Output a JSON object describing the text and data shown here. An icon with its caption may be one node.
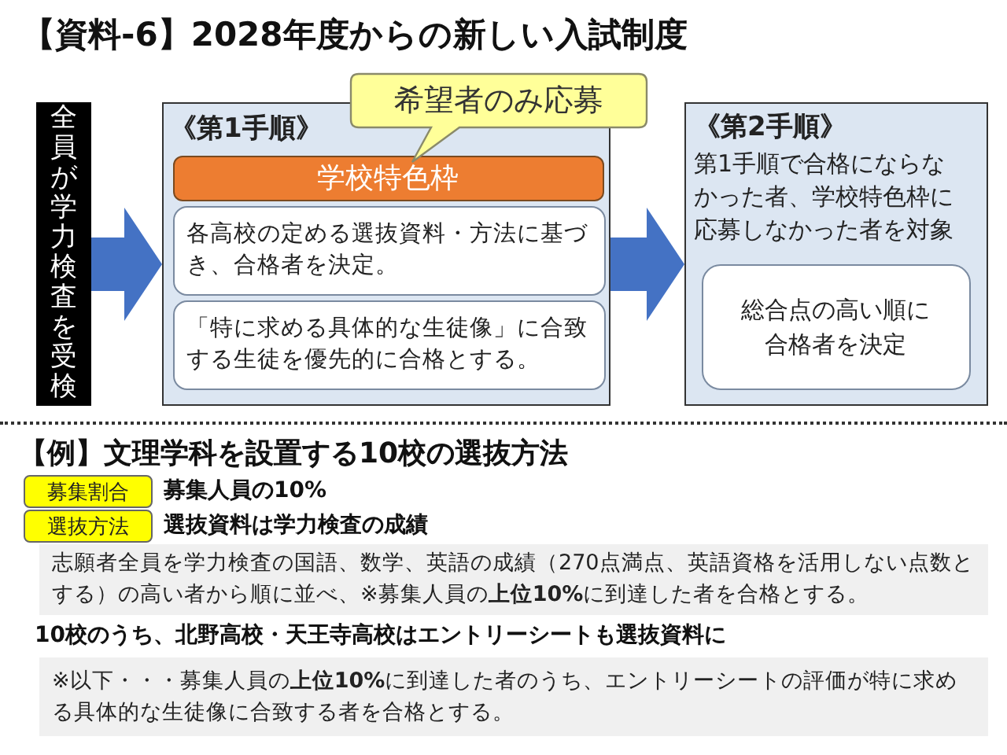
{
  "diagram": {
    "title": "【資料-6】2028年度からの新しい入試制度",
    "nodes": [
      {
        "text": [
          "全員が学力検査を受検"
        ]
      },
      {
        "text": [
          "《第1手順》"
        ]
      },
      {
        "text": [
          "学校特色枠"
        ],
        "in": 1
      },
      {
        "text": [
          "各高校の定める選抜資料・方法に基づき、合格者を決定。"
        ],
        "in": 1
      },
      {
        "text": [
          "「特に求める具体的な生徒像」に合致する生徒を優先的に合格とする。"
        ],
        "in": 1
      },
      {
        "text": [
          "希望者のみ応募"
        ]
      },
      {
        "text": [
          "《第2手順》",
          "第1手順で合格にならなかった者、学校特色枠に応募しなかった者を対象"
        ]
      },
      {
        "text": [
          "総合点の高い順に合格者を決定"
        ],
        "in": 6
      },
      {
        "text": [
          "募集割合"
        ]
      },
      {
        "text": [
          "選抜方法"
        ]
      },
      {
        "text": [
          "志願者全員を学力検査の国語、数学、英語の成績（270点満点、英語資格を活用しない点数とする）の高い者から順に並べ、※募集人員の**上位10%**に到達した者を合格とする。"
        ]
      },
      {
        "text": [
          "※以下・・・募集人員の**上位10%**に到達した者のうち、エントリーシートの評価が特に求める具体的な生徒像に合致する者を合格とする。"
        ]
      }
    ],
    "edges": [
      {
        "from": 0,
        "to": 1,
        "arrow": "to"
      },
      {
        "from": 1,
        "to": 6,
        "arrow": "to"
      }
    ],
    "labels": [
      "【例】文理学科を設置する10校の選抜方法",
      "募集人員の10%",
      "選抜資料は学力検査の成績",
      "10校のうち、北野高校・天王寺高校はエントリーシートも選抜資料に"
    ]
  }
}
